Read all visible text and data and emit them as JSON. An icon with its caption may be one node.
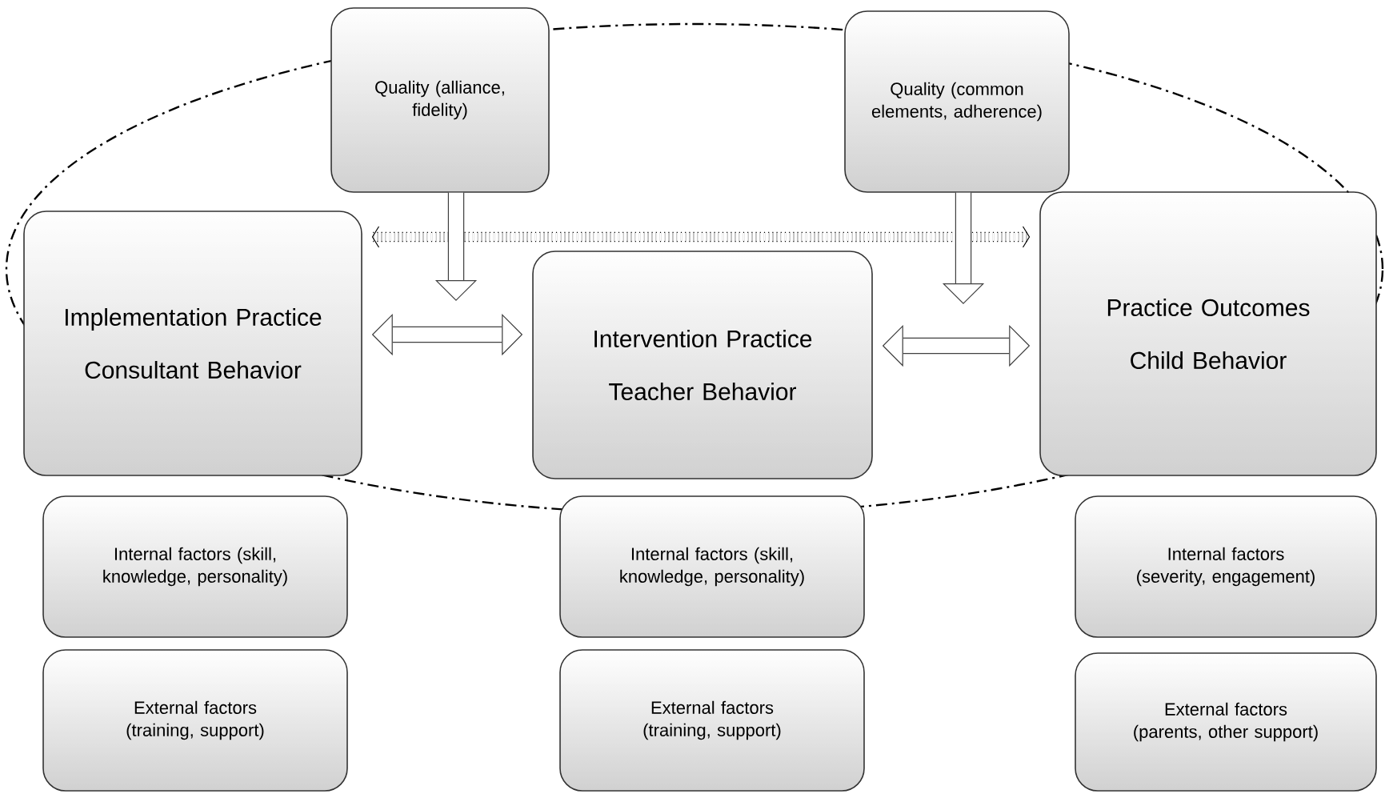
{
  "diagram": {
    "nodes": [
      {
        "text": [
          "Quality (alliance, fidelity)"
        ]
      },
      {
        "text": [
          "Quality (common elements, adherence)"
        ]
      },
      {
        "text": [
          "Implementation Practice",
          "Consultant Behavior"
        ]
      },
      {
        "text": [
          "Intervention Practice",
          "Teacher Behavior"
        ]
      },
      {
        "text": [
          "Practice Outcomes",
          "Child Behavior"
        ]
      },
      {
        "text": [
          "Internal factors (skill, knowledge, personality)"
        ]
      },
      {
        "text": [
          "Internal factors (skill, knowledge, personality)"
        ]
      },
      {
        "text": [
          "Internal factors (severity, engagement)"
        ]
      },
      {
        "text": [
          "External factors (training, support)"
        ]
      },
      {
        "text": [
          "External factors (training, support)"
        ]
      },
      {
        "text": [
          "External factors (parents, other support)"
        ]
      }
    ],
    "edges": [
      {
        "from": 2,
        "to": 3,
        "arrow": "both"
      },
      {
        "from": 3,
        "to": 4,
        "arrow": "both"
      },
      {
        "from": 2,
        "to": 4,
        "arrow": "both",
        "style": "dashed"
      },
      {
        "from": 0,
        "to": null,
        "arrow": "to"
      },
      {
        "from": 1,
        "to": null,
        "arrow": "to"
      }
    ]
  }
}
